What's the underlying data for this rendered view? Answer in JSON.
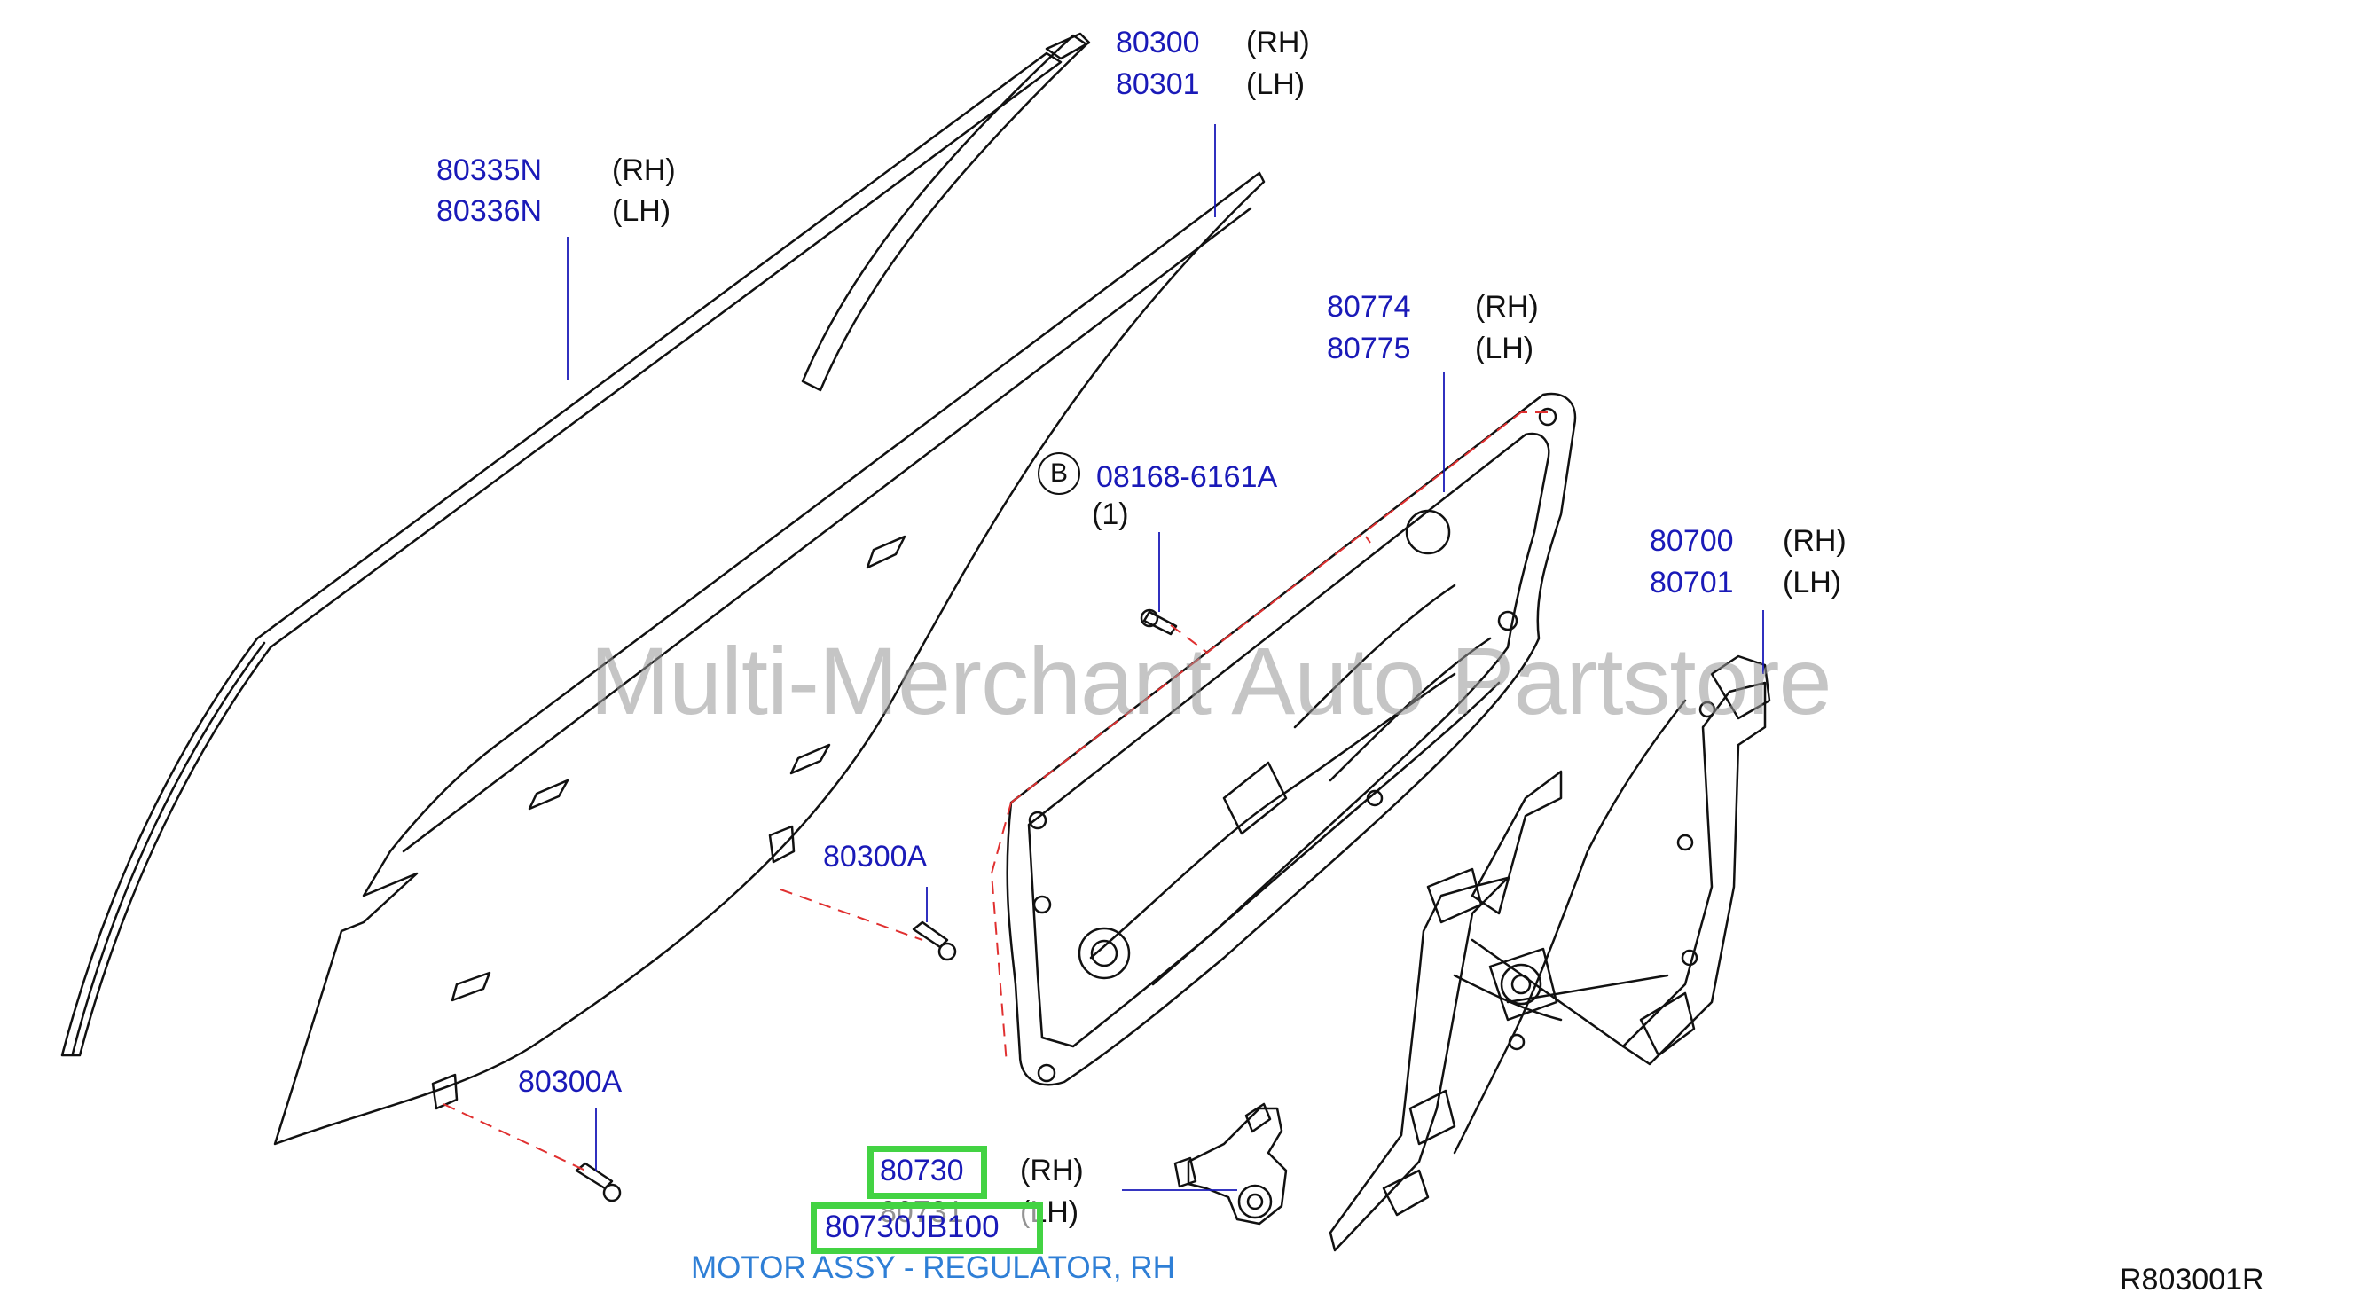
{
  "diagram": {
    "watermark": "Multi-Merchant Auto Partstore",
    "callouts": [
      {
        "id": "sash",
        "part": "80300",
        "side": "(RH)",
        "part2": "80301",
        "side2": "(LH)"
      },
      {
        "id": "channel",
        "part": "80335N",
        "side": "(RH)",
        "part2": "80336N",
        "side2": "(LH)"
      },
      {
        "id": "module",
        "part": "80774",
        "side": "(RH)",
        "part2": "80775",
        "side2": "(LH)"
      },
      {
        "id": "bolt",
        "ref": "B",
        "part": "08168-6161A",
        "qty": "(1)"
      },
      {
        "id": "regulator",
        "part": "80700",
        "side": "(RH)",
        "part2": "80701",
        "side2": "(LH)"
      },
      {
        "id": "glass-bolt-upper",
        "part": "80300A"
      },
      {
        "id": "glass-bolt-lower",
        "part": "80300A"
      },
      {
        "id": "motor",
        "part": "80730",
        "side": "(RH)",
        "part2": "80731",
        "side2": "(LH)"
      }
    ],
    "highlight_part_number": "80730JB100",
    "highlight_description": "MOTOR ASSY - REGULATOR, RH",
    "diagram_code": "R803001R"
  },
  "colors": {
    "part_number": "#1a1ab8",
    "highlight_box": "#43d343",
    "description": "#2f7fd6",
    "dashed_leader": "#e03030",
    "line_art": "#111111"
  }
}
